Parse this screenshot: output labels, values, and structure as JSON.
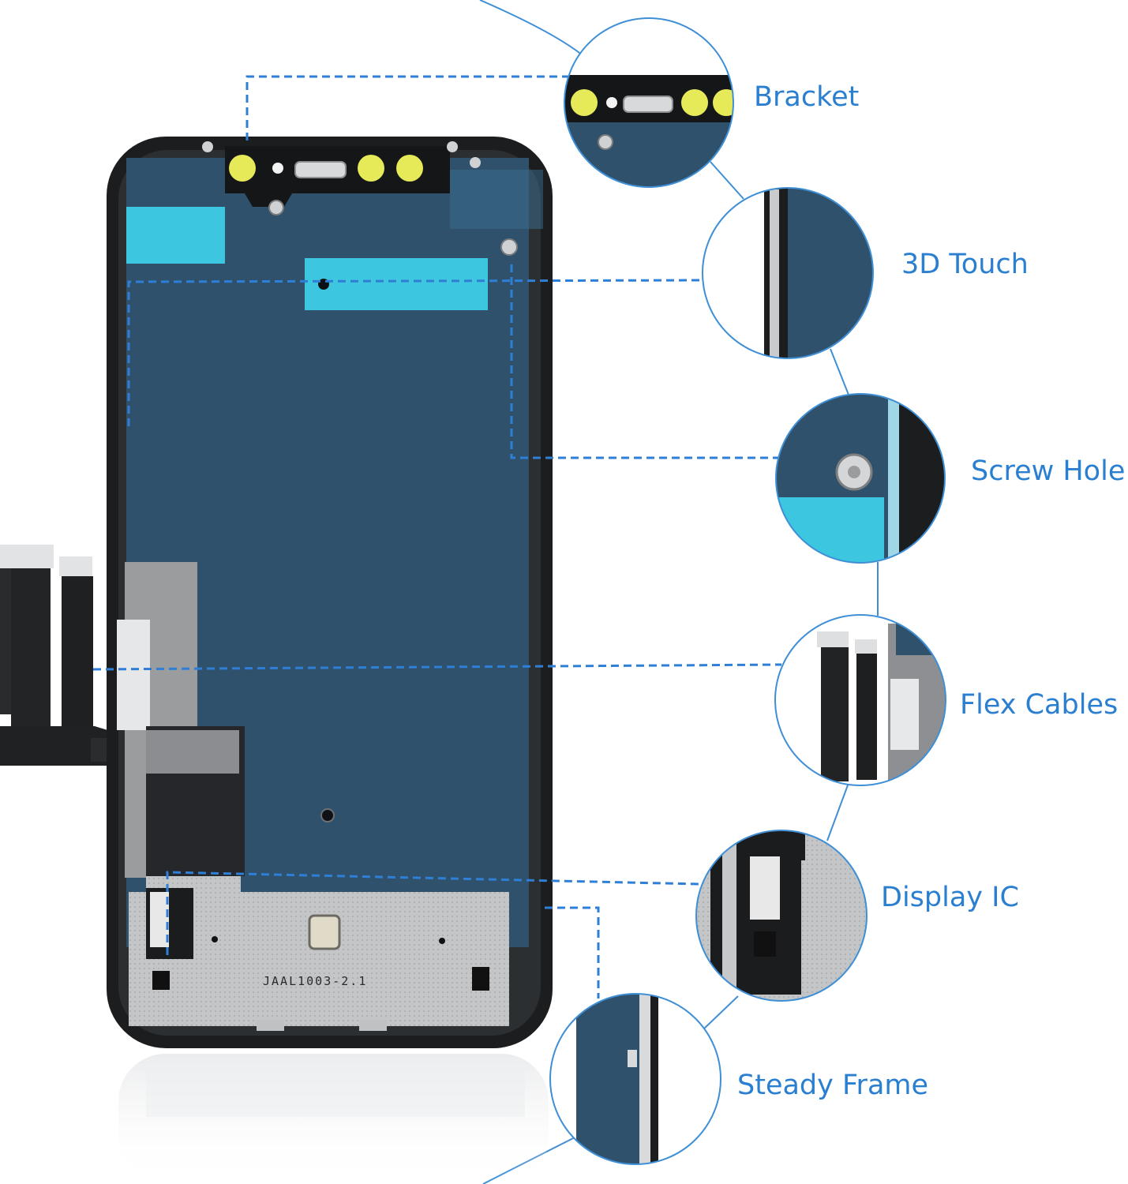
{
  "callouts": [
    {
      "label": "Bracket"
    },
    {
      "label": "3D Touch"
    },
    {
      "label": "Screw Hole"
    },
    {
      "label": "Flex Cables"
    },
    {
      "label": "Display IC"
    },
    {
      "label": "Steady Frame"
    }
  ],
  "part_code": "JAAL1003-2.1",
  "colors": {
    "label_blue": "#2a7fd0",
    "panel_blue": "#2f516c",
    "frame_black": "#1b1d1f",
    "cyan_sticker": "#3cc6e0",
    "yellow_pad": "#e6ea58",
    "dashed_line": "#2f7fd6"
  }
}
